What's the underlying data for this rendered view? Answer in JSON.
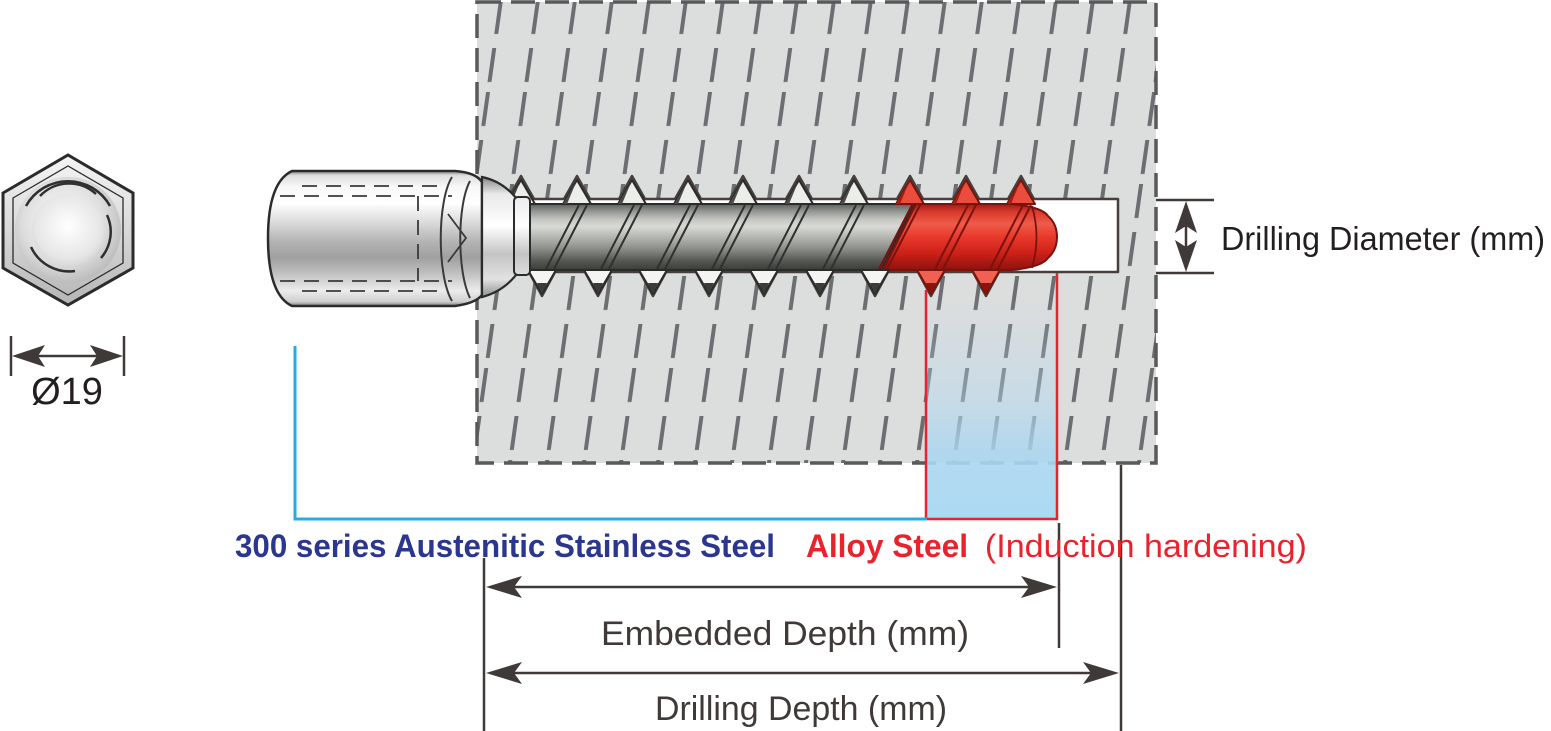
{
  "labels": {
    "head_diameter": "Ø19",
    "stainless": "300 series Austenitic Stainless Steel",
    "alloy_bold": "Alloy Steel",
    "alloy_note": "(Induction hardening)",
    "drilling_diameter": "Drilling Diameter (mm)",
    "embedded_depth": "Embedded Depth (mm)",
    "drilling_depth": "Drilling Depth (mm)"
  },
  "materials": [
    {
      "name": "300 series Austenitic Stainless Steel",
      "label_color": "#2b3690",
      "leader_color": "#29abe2",
      "part": "screw head and shank"
    },
    {
      "name": "Alloy Steel",
      "note": "(Induction hardening)",
      "label_color": "#e8232b",
      "part": "screw tip (red zone)"
    }
  ],
  "colors": {
    "stainless_label": "#2b3690",
    "alloy_label": "#e8232b",
    "leader_blue": "#29abe2",
    "highlight_fill": "#aed9f2",
    "hardened_zone_red": "#e03224",
    "concrete_fill": "#dcdddd",
    "concrete_hatch": "#6d6e71",
    "concrete_border": "#58595b",
    "dimension_lines": "#3f3a37"
  },
  "icons": {
    "hex_head_end_view": "hexagon with machined circular facets",
    "dimension_arrows": "double-headed CAD arrows"
  }
}
